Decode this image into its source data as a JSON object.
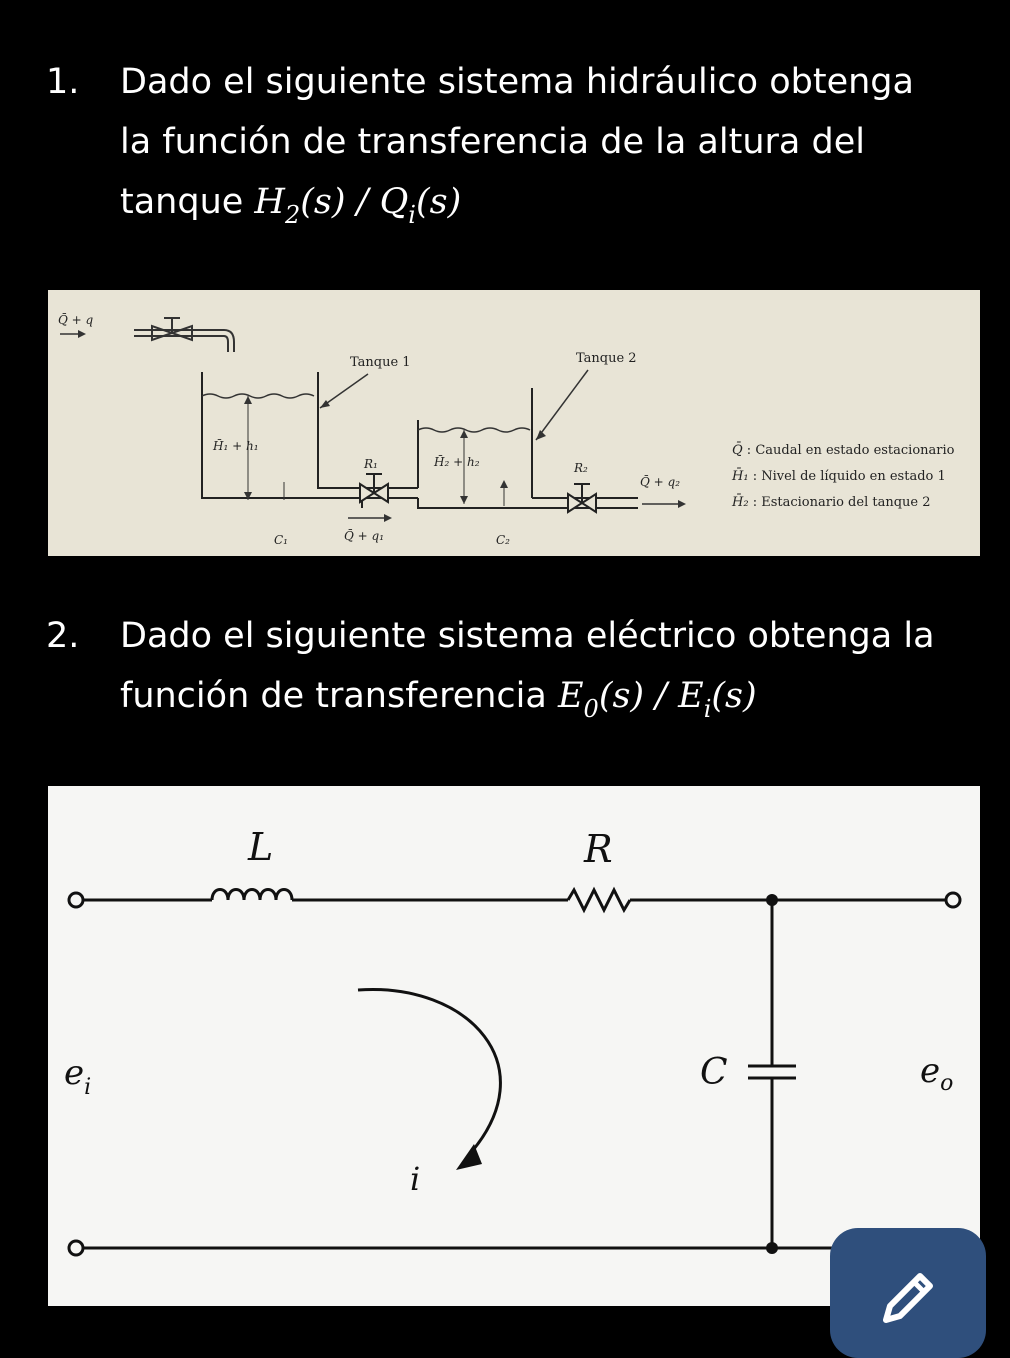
{
  "questions": [
    {
      "number": "1.",
      "line1": "Dado el siguiente sistema hidráulico obtenga",
      "line2": "la función de transferencia de la altura del",
      "line3_prefix": "tanque ",
      "math": {
        "a": "H",
        "a_sub": "2",
        "mid": "(s) / ",
        "b": "Q",
        "b_sub": "i",
        "end": "(s)"
      }
    },
    {
      "number": "2.",
      "line1": "Dado el siguiente sistema eléctrico obtenga la",
      "line2_prefix": "función de transferencia ",
      "math": {
        "a": "E",
        "a_sub": "0",
        "mid": "(s) / ",
        "b": "E",
        "b_sub": "i",
        "end": "(s)"
      }
    }
  ],
  "hydraulic_figure": {
    "inflow": "Q̄ + q",
    "tank1": "Tanque 1",
    "tank2": "Tanque 2",
    "level1": "H̄₁ + h₁",
    "level2": "H̄₂ + h₂",
    "r1": "R₁",
    "r2": "R₂",
    "c1": "C₁",
    "c2": "C₂",
    "flow1": "Q̄ + q₁",
    "flow2": "Q̄ + q₂",
    "legend": [
      {
        "sym": "Q̄",
        "text": " : Caudal en estado estacionario"
      },
      {
        "sym": "H̄₁",
        "text": " : Nivel de líquido en estado 1"
      },
      {
        "sym": "H̄₂",
        "text": " : Estacionario del tanque 2"
      }
    ]
  },
  "circuit_figure": {
    "inductor": "L",
    "resistor": "R",
    "capacitor": "C",
    "input": "e",
    "input_sub": "i",
    "output": "e",
    "output_sub": "o",
    "current": "i"
  },
  "edit_button": {
    "icon": "pencil-icon"
  }
}
